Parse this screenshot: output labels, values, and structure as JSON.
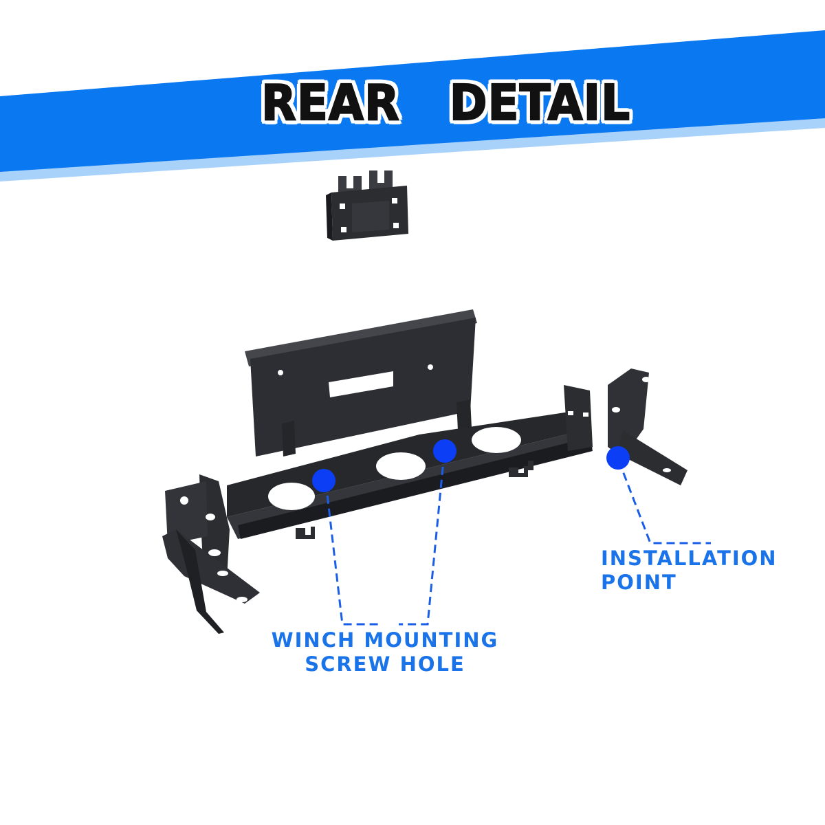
{
  "banner": {
    "title": "REAR   DETAIL"
  },
  "callouts": [
    {
      "line1": "WINCH MOUNTING",
      "line2": "SCREW HOLE"
    },
    {
      "line1": "INSTALLATION",
      "line2": "POINT"
    }
  ],
  "colors": {
    "banner_blue": "#0a78f0",
    "banner_light": "#a9d2fb",
    "marker_blue": "#0c3ff5",
    "label_blue": "#1a73e8",
    "metal": "#2b2d31"
  }
}
